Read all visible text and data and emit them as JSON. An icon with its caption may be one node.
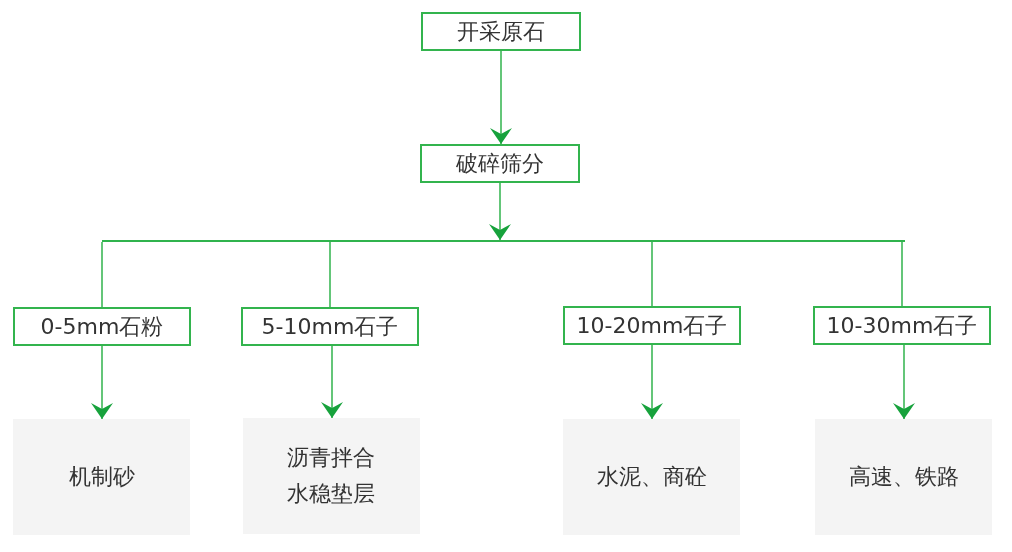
{
  "diagram": {
    "nodes": [
      {
        "text": [
          "开采原石"
        ]
      },
      {
        "text": [
          "破碎筛分"
        ]
      },
      {
        "text": [],
        "shape": "bar"
      },
      {
        "text": [
          "0-5mm石粉"
        ]
      },
      {
        "text": [
          "5-10mm石子"
        ]
      },
      {
        "text": [
          "10-20mm石子"
        ]
      },
      {
        "text": [
          "10-30mm石子"
        ]
      },
      {
        "text": [
          "机制砂"
        ]
      },
      {
        "text": [
          "沥青拌合水稳垫层"
        ]
      },
      {
        "text": [
          "水泥、商砼"
        ]
      },
      {
        "text": [
          "高速、铁路"
        ]
      }
    ],
    "edges": [
      {
        "from": 0,
        "to": 1,
        "arrow": "to"
      },
      {
        "from": 1,
        "to": 2,
        "arrow": "to"
      },
      {
        "from": 2,
        "to": 3,
        "arrow": "none"
      },
      {
        "from": 2,
        "to": 4,
        "arrow": "none"
      },
      {
        "from": 2,
        "to": 5,
        "arrow": "none"
      },
      {
        "from": 2,
        "to": 6,
        "arrow": "none"
      },
      {
        "from": 3,
        "to": 7,
        "arrow": "to"
      },
      {
        "from": 4,
        "to": 8,
        "arrow": "to"
      },
      {
        "from": 5,
        "to": 9,
        "arrow": "to"
      },
      {
        "from": 6,
        "to": 10,
        "arrow": "to"
      }
    ]
  }
}
